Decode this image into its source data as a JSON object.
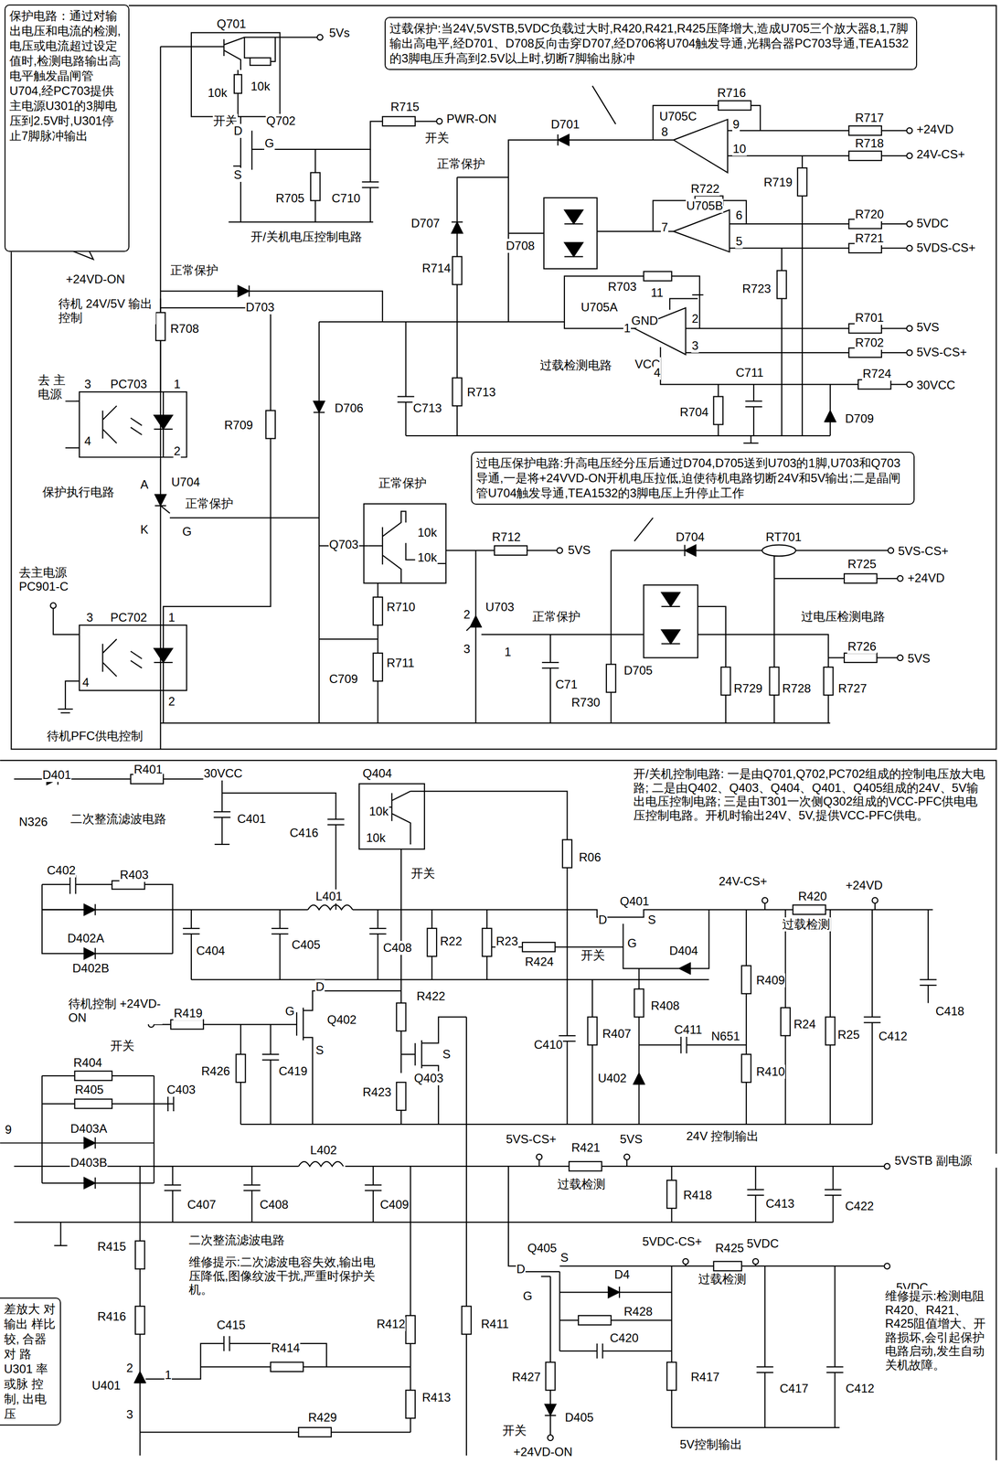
{
  "diagram": {
    "nodes": [
      {
        "text": [
          "保护电路：通过对输出电压和电流的检测,电压或电流超过设定值时,检测电路输出高电平触发晶闸管U704,经PC703提供主电源U301的3脚电压到2.5V时,U301停止7脚脉冲输出"
        ]
      },
      {
        "text": [
          "过载保护:当24V,5VSTB,5VDC负载过大时,R420,R421,R425压降增大,造成U705三个放大器8,1,7脚输出高电平,经D701、D708反向击穿D707,经D706将U704触发导通,光耦合器PC703导通,TEA1532的3脚电压升高到2.5V以上时,切断7脚输出脉冲"
        ]
      },
      {
        "text": [
          "过电压保护电路:升高电压经分压后通过D704,D705送到U703的1脚,U703和Q703导通,一是将+24VVD-ON开机电压拉低,迫使待机电路切断24V和5V输出;二是晶闸管U704触发导通,TEA1532的3脚电压上升停止工作"
        ]
      },
      {
        "text": [
          "差放大 对输出 样比较, 合器对 路U301 率或脉 控制, 出电压"
        ]
      }
    ],
    "labels": [
      "Q701",
      "5Vs",
      "10k",
      "10k",
      "开关",
      "Q702",
      "D",
      "G",
      "S",
      "R715",
      "PWR-ON",
      "开关",
      "R705",
      "C710",
      "开/关机电压控制电路",
      "D701",
      "U705C",
      "R716",
      "9",
      "8",
      "10",
      "R717",
      "+24VD",
      "R718",
      "24V-CS+",
      "R719",
      "正常保护",
      "R722",
      "U705B",
      "6",
      "7",
      "5",
      "R720",
      "5VDC",
      "R721",
      "5VDS-CS+",
      "D707",
      "D708",
      "R714",
      "+24VD-ON",
      "正常保护",
      "D703",
      "待机 24V/5V 输出控制",
      "R708",
      "R703",
      "R723",
      "U705A",
      "11",
      "GND",
      "2",
      "1",
      "R701",
      "5VS",
      "3",
      "R702",
      "5VS-CS+",
      "过载检测电路",
      "VCC",
      "4",
      "C711",
      "R724",
      "30VCC",
      "去 主电源",
      "3",
      "PC703",
      "1",
      "4",
      "2",
      "R709",
      "D706",
      "C713",
      "R713",
      "R704",
      "D709",
      "保护执行电路",
      "A",
      "U704",
      "正常保护",
      "K",
      "G",
      "正常保护",
      "Q703",
      "10k",
      "10k",
      "R712",
      "5VS",
      "D704",
      "RT701",
      "5VS-CS+",
      "R725",
      "+24VD",
      "去主电源 PC901-C",
      "3",
      "PC702",
      "1",
      "R710",
      "2",
      "U703",
      "正常保护",
      "过电压检测电路",
      "3",
      "1",
      "D705",
      "R726",
      "5VS",
      "R711",
      "4",
      "2",
      "C709",
      "C71",
      "R730",
      "R729",
      "R728",
      "R727",
      "待机PFC供电控制",
      "D401",
      "R401",
      "30VCC",
      "N326",
      "二次整流滤波电路",
      "C401",
      "Q404",
      "10k",
      "10k",
      "C416",
      "开关",
      "R06",
      "开/关机控制电路: 一是由Q701,Q702,PC702组成的控制电压放大电路; 二是由Q402、Q403、Q404、Q401、Q405组成的24V、5V输出电压控制电路; 三是由T301一次侧Q302组成的VCC-PFC供电电压控制电路。开机时输出24V、5V,提供VCC-PFC供电。",
      "C402",
      "R403",
      "D402A",
      "D402B",
      "C404",
      "L401",
      "C405",
      "C408",
      "R22",
      "R23",
      "Q401",
      "D",
      "S",
      "G",
      "R424",
      "开关",
      "D404",
      "24V-CS+",
      "R420",
      "+24VD",
      "过载检测",
      "R409",
      "待机控制 +24VD-ON",
      "R419",
      "D",
      "Q402",
      "G",
      "S",
      "R422",
      "开关",
      "R426",
      "C419",
      "R423",
      "Q403",
      "S",
      "C410",
      "R407",
      "R408",
      "C411",
      "N651",
      "U402",
      "R410",
      "R24",
      "R25",
      "C412",
      "C418",
      "24V 控制输出",
      "R404",
      "R405",
      "C403",
      "9",
      "D403A",
      "D403B",
      "5VS-CS+",
      "R421",
      "5VS",
      "过载检测",
      "C407",
      "C408",
      "L402",
      "C409",
      "R418",
      "C413",
      "C422",
      "5VSTB 副电源",
      "二次整流滤波电路",
      "R415",
      "维修提示:二次滤波电容失效,输出电压降低,图像纹波干扰,严重时保护关机。",
      "Q405",
      "D",
      "S",
      "G",
      "5VDC-CS+",
      "R425",
      "5VDC",
      "过载检测",
      "D4",
      "5VDC",
      "R416",
      "R412",
      "R411",
      "R428",
      "C420",
      "C415",
      "R414",
      "2",
      "U401",
      "1",
      "3",
      "R427",
      "R417",
      "C417",
      "C412",
      "R413",
      "维修提示:检测电阻R420、R421、R425阻值增大、开路损坏,会引起保护电路启动,发生自动关机故障。",
      "R429",
      "D405",
      "开关",
      "+24VD-ON",
      "5V控制输出"
    ]
  }
}
